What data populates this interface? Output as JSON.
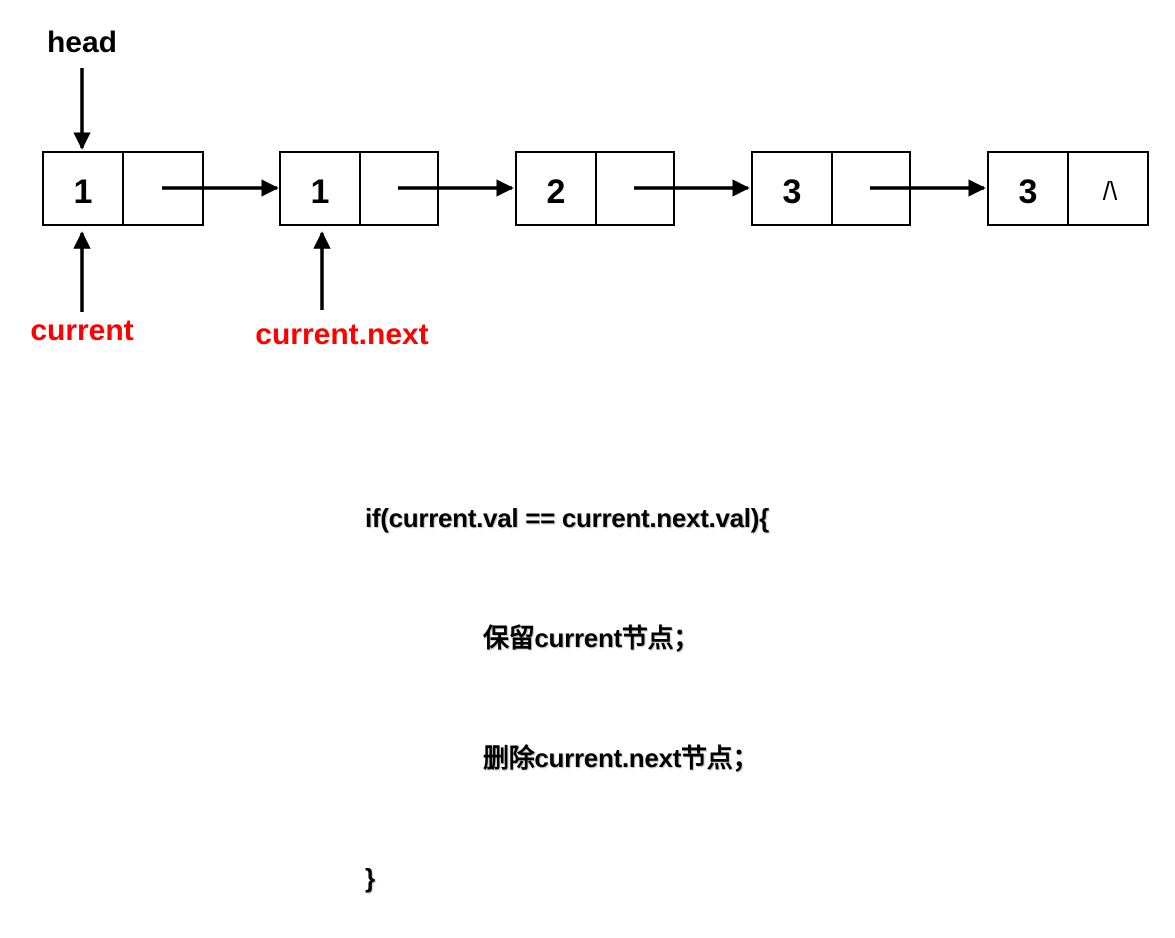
{
  "pointers": {
    "head": "head",
    "current": "current",
    "current_next": "current.next"
  },
  "nodes": [
    {
      "value": "1",
      "next": ""
    },
    {
      "value": "1",
      "next": ""
    },
    {
      "value": "2",
      "next": ""
    },
    {
      "value": "3",
      "next": ""
    },
    {
      "value": "3",
      "next": "/\\"
    }
  ],
  "code": {
    "line1": "if(current.val == current.next.val){",
    "line2": "保留current节点；",
    "line3": "删除current.next节点；",
    "line4": "}"
  },
  "colors": {
    "pointer_highlight": "#ff0000",
    "line": "#000000"
  }
}
